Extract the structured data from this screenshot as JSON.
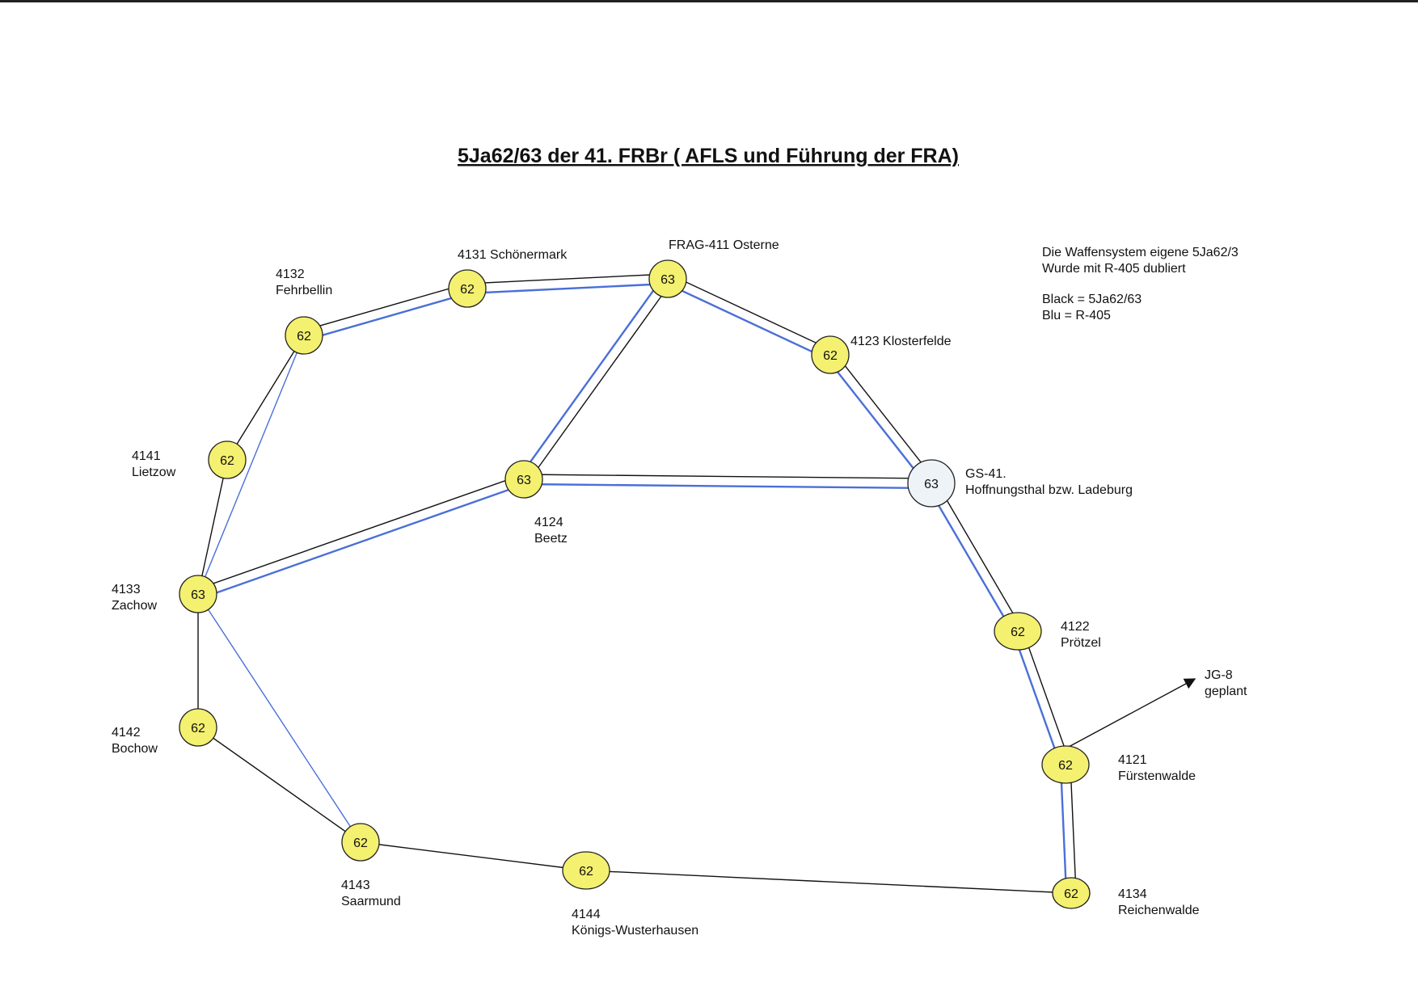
{
  "title": "5Ja62/63 der 41. FRBr ( AFLS und Führung der FRA)",
  "colors": {
    "black_line": "#111111",
    "blue_line": "#4a6fd8",
    "node_fill": "#f4f070",
    "node_fill_hq": "#eef3f8",
    "node_stroke": "#222222"
  },
  "legend": {
    "line1": "Die Waffensystem eigene 5Ja62/3",
    "line2": "Wurde mit R-405 dubliert",
    "black": "Black = 5Ja62/63",
    "blue": "Blu = R-405"
  },
  "nodes": [
    {
      "id": "4132",
      "value": "62",
      "label": [
        "4132",
        "Fehrbellin"
      ]
    },
    {
      "id": "4131",
      "value": "62",
      "label": [
        "4131 Schönermark"
      ]
    },
    {
      "id": "411",
      "value": "63",
      "label": [
        "FRAG-411 Osterne"
      ]
    },
    {
      "id": "4123",
      "value": "62",
      "label": [
        "4123 Klosterfelde"
      ]
    },
    {
      "id": "gs41",
      "value": "63",
      "label": [
        "GS-41.",
        "Hoffnungsthal bzw. Ladeburg"
      ]
    },
    {
      "id": "4141",
      "value": "62",
      "label": [
        "4141",
        "Lietzow"
      ]
    },
    {
      "id": "4124",
      "value": "63",
      "label": [
        "4124",
        "Beetz"
      ]
    },
    {
      "id": "4133",
      "value": "63",
      "label": [
        "4133",
        "Zachow"
      ]
    },
    {
      "id": "4122",
      "value": "62",
      "label": [
        "4122",
        "Prötzel"
      ]
    },
    {
      "id": "4142",
      "value": "62",
      "label": [
        "4142",
        "Bochow"
      ]
    },
    {
      "id": "4121",
      "value": "62",
      "label": [
        "4121",
        "Fürstenwalde"
      ]
    },
    {
      "id": "4143",
      "value": "62",
      "label": [
        "4143",
        "Saarmund"
      ]
    },
    {
      "id": "4144",
      "value": "62",
      "label": [
        "4144",
        "Königs-Wusterhausen"
      ]
    },
    {
      "id": "4134",
      "value": "62",
      "label": [
        "4134",
        "Reichenwalde"
      ]
    }
  ],
  "links": [
    {
      "from": "4132",
      "to": "4131",
      "kinds": [
        "black",
        "blue"
      ]
    },
    {
      "from": "4131",
      "to": "411",
      "kinds": [
        "black",
        "blue"
      ]
    },
    {
      "from": "411",
      "to": "4123",
      "kinds": [
        "black",
        "blue"
      ]
    },
    {
      "from": "4123",
      "to": "gs41",
      "kinds": [
        "black",
        "blue"
      ]
    },
    {
      "from": "411",
      "to": "4124",
      "kinds": [
        "black",
        "blue"
      ]
    },
    {
      "from": "4124",
      "to": "gs41",
      "kinds": [
        "black",
        "blue"
      ]
    },
    {
      "from": "4132",
      "to": "4141",
      "kinds": [
        "black"
      ]
    },
    {
      "from": "4141",
      "to": "4133",
      "kinds": [
        "black"
      ]
    },
    {
      "from": "4132",
      "to": "4133",
      "kinds": [
        "blue"
      ]
    },
    {
      "from": "4133",
      "to": "4124",
      "kinds": [
        "black",
        "blue"
      ]
    },
    {
      "from": "4133",
      "to": "4142",
      "kinds": [
        "black"
      ]
    },
    {
      "from": "4133",
      "to": "4143",
      "kinds": [
        "blue"
      ]
    },
    {
      "from": "4142",
      "to": "4143",
      "kinds": [
        "black"
      ]
    },
    {
      "from": "4143",
      "to": "4144",
      "kinds": [
        "black"
      ]
    },
    {
      "from": "4144",
      "to": "4134",
      "kinds": [
        "black"
      ]
    },
    {
      "from": "gs41",
      "to": "4122",
      "kinds": [
        "black",
        "blue"
      ]
    },
    {
      "from": "4122",
      "to": "4121",
      "kinds": [
        "black",
        "blue"
      ]
    },
    {
      "from": "4121",
      "to": "4134",
      "kinds": [
        "black",
        "blue"
      ]
    }
  ],
  "external": {
    "from": "4121",
    "label": [
      "JG-8",
      "geplant"
    ]
  }
}
